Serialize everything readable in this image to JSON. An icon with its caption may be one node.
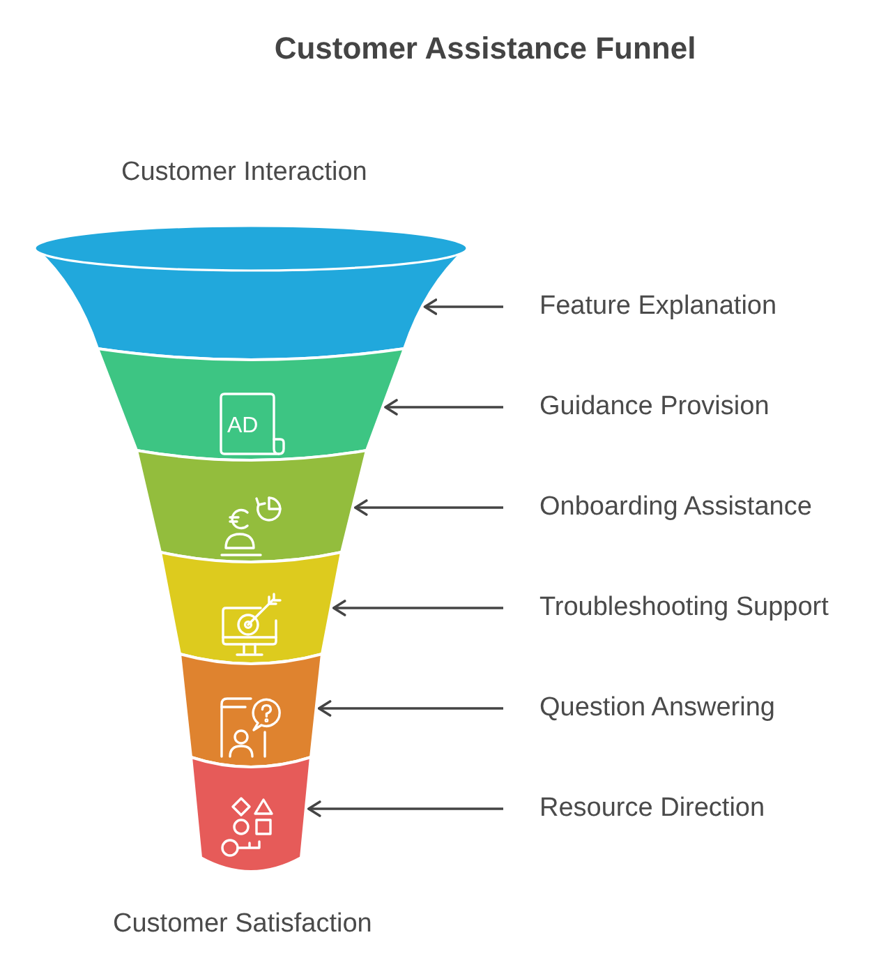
{
  "diagram": {
    "title": "Customer Assistance Funnel",
    "nodes": [
      {
        "text": [],
        "shape": "band"
      },
      {
        "text": [],
        "shape": "band"
      },
      {
        "text": [],
        "shape": "band"
      },
      {
        "text": [],
        "shape": "band"
      },
      {
        "text": [],
        "shape": "band"
      },
      {
        "text": [],
        "shape": "band"
      },
      {
        "text": [
          "Feature Explanation"
        ]
      },
      {
        "text": [
          "Guidance Provision"
        ]
      },
      {
        "text": [
          "Onboarding Assistance"
        ]
      },
      {
        "text": [
          "Troubleshooting Support"
        ]
      },
      {
        "text": [
          "Question Answering"
        ]
      },
      {
        "text": [
          "Resource Direction"
        ]
      }
    ],
    "edges": [
      {
        "from": 6,
        "to": 0,
        "arrow": "to"
      },
      {
        "from": 7,
        "to": 1,
        "arrow": "to"
      },
      {
        "from": 8,
        "to": 2,
        "arrow": "to"
      },
      {
        "from": 9,
        "to": 3,
        "arrow": "to"
      },
      {
        "from": 10,
        "to": 4,
        "arrow": "to"
      },
      {
        "from": 11,
        "to": 5,
        "arrow": "to"
      }
    ],
    "labels": [
      "Customer Interaction",
      "AD",
      "Customer Satisfaction"
    ]
  }
}
